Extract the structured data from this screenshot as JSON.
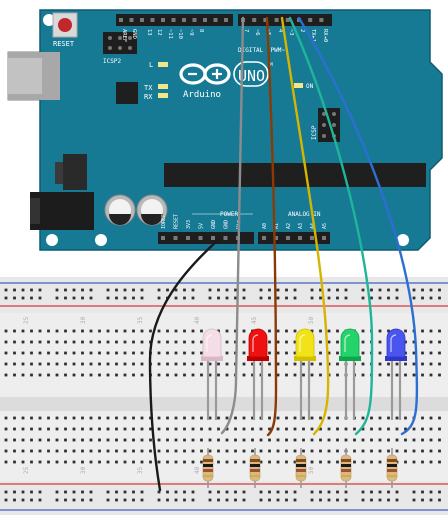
{
  "board": {
    "reset_label": "RESET",
    "icsp2_label": "ICSP2",
    "icsp_label": "ICSP",
    "l_label": "L",
    "tx_label": "TX",
    "rx_label": "RX",
    "on_label": "ON",
    "brand": "Arduino",
    "model": "UNO",
    "tm": "TM",
    "digital_label": "DIGITAL (PWM~)",
    "power_label": "POWER",
    "analog_label": "ANALOG IN",
    "top_pins": [
      "AREF",
      "GND",
      "13",
      "12",
      "~11",
      "~10",
      "~9",
      "8",
      "7",
      "~6",
      "~5",
      "4",
      "~3",
      "2",
      "TX▸1",
      "RX◂0"
    ],
    "power_pins": [
      "IOREF",
      "RESET",
      "3V3",
      "5V",
      "GND",
      "GND",
      "Vin"
    ],
    "analog_pins": [
      "A0",
      "A1",
      "A2",
      "A3",
      "A4",
      "A5"
    ]
  },
  "breadboard": {
    "column_numbers": [
      "25",
      "30",
      "35",
      "40",
      "45",
      "50"
    ]
  },
  "leds": [
    {
      "color": "white",
      "body": "#f4dde6",
      "rim": "#d9b8c6"
    },
    {
      "color": "red",
      "body": "#ee1111",
      "rim": "#c00000"
    },
    {
      "color": "yellow",
      "body": "#f2e21a",
      "rim": "#d1bf00"
    },
    {
      "color": "green",
      "body": "#26d36a",
      "rim": "#0ea64d"
    },
    {
      "color": "blue",
      "body": "#4a55f0",
      "rim": "#2f37c4"
    }
  ],
  "wires": [
    {
      "name": "black-gnd-wire",
      "color": "#1a1a1a"
    },
    {
      "name": "gray-wire",
      "color": "#8c8c8c"
    },
    {
      "name": "brown-wire",
      "color": "#8a3a05"
    },
    {
      "name": "yellow-wire",
      "color": "#d6b400"
    },
    {
      "name": "teal-wire",
      "color": "#1fb59a"
    },
    {
      "name": "blue-wire",
      "color": "#2b6fd1"
    }
  ],
  "colors": {
    "board": "#177a94",
    "board_dark": "#0f5b70",
    "breadboard": "#e9e9e9",
    "rail_red": "#d43b3b",
    "rail_blue": "#3f5fc4"
  }
}
